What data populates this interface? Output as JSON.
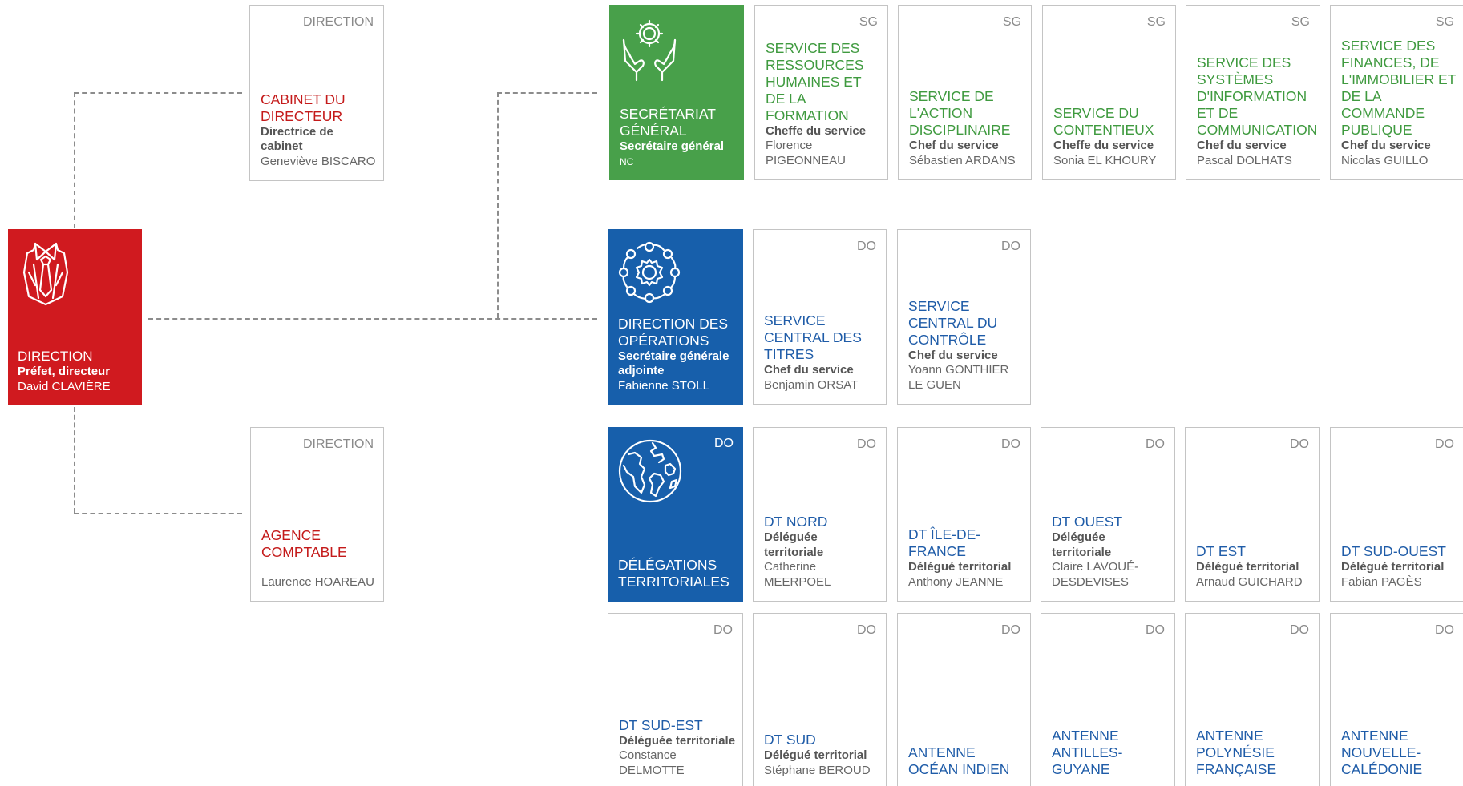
{
  "colors": {
    "direction": "#d01a1f",
    "sg": "#48a04a",
    "do": "#175fab"
  },
  "direction": {
    "icon": "suit-tie-icon",
    "title": "DIRECTION",
    "role": "Préfet, directeur",
    "person": "David CLAVIÈRE"
  },
  "cabinet": {
    "tag": "DIRECTION",
    "title": "CABINET DU DIRECTEUR",
    "role": "Directrice de cabinet",
    "person": "Geneviève BISCARO"
  },
  "agence": {
    "tag": "DIRECTION",
    "title": "AGENCE COMPTABLE",
    "role": "",
    "person": "Laurence HOAREAU"
  },
  "sg_head": {
    "icon": "hands-gear-icon",
    "title": "SECRÉTARIAT GÉNÉRAL",
    "role": "Secrétaire général",
    "person": "NC"
  },
  "sg_services": [
    {
      "tag": "SG",
      "title": "SERVICE DES RESSOURCES HUMAINES ET DE LA FORMATION",
      "role": "Cheffe du service",
      "person": "Florence PIGEONNEAU"
    },
    {
      "tag": "SG",
      "title": "SERVICE DE L'ACTION DISCIPLINAIRE",
      "role": "Chef du service",
      "person": "Sébastien ARDANS"
    },
    {
      "tag": "SG",
      "title": "SERVICE DU CONTENTIEUX",
      "role": "Cheffe du service",
      "person": "Sonia EL KHOURY"
    },
    {
      "tag": "SG",
      "title": "SERVICE DES SYSTÈMES D'INFORMATION ET DE COMMUNICATION",
      "role": "Chef du service",
      "person": "Pascal DOLHATS"
    },
    {
      "tag": "SG",
      "title": "SERVICE DES FINANCES, DE L'IMMOBILIER ET DE LA COMMANDE PUBLIQUE",
      "role": "Chef du service",
      "person": "Nicolas GUILLO"
    }
  ],
  "do_head": {
    "icon": "network-gear-icon",
    "title": "DIRECTION DES OPÉRATIONS",
    "role": "Secrétaire générale adjointe",
    "person": "Fabienne STOLL"
  },
  "do_services": [
    {
      "tag": "DO",
      "title": "SERVICE CENTRAL DES TITRES",
      "role": "Chef du service",
      "person": "Benjamin ORSAT"
    },
    {
      "tag": "DO",
      "title": "SERVICE CENTRAL DU CONTRÔLE",
      "role": "Chef du service",
      "person": "Yoann GONTHIER LE GUEN"
    }
  ],
  "dt_head": {
    "icon": "globe-icon",
    "tag": "DO",
    "title": "DÉLÉGATIONS TERRITORIALES"
  },
  "dt_row1": [
    {
      "tag": "DO",
      "title": "DT NORD",
      "role": "Déléguée territoriale",
      "person": "Catherine MEERPOEL"
    },
    {
      "tag": "DO",
      "title": "DT ÎLE-DE-FRANCE",
      "role": "Délégué territorial",
      "person": "Anthony JEANNE"
    },
    {
      "tag": "DO",
      "title": "DT OUEST",
      "role": "Déléguée territoriale",
      "person": "Claire LAVOUÉ-DESDEVISES"
    },
    {
      "tag": "DO",
      "title": "DT EST",
      "role": "Délégué territorial",
      "person": "Arnaud GUICHARD"
    },
    {
      "tag": "DO",
      "title": "DT SUD-OUEST",
      "role": "Délégué territorial",
      "person": "Fabian PAGÈS"
    }
  ],
  "dt_row2": [
    {
      "tag": "DO",
      "title": "DT SUD-EST",
      "role": "Déléguée territoriale",
      "person": "Constance DELMOTTE"
    },
    {
      "tag": "DO",
      "title": "DT SUD",
      "role": "Délégué territorial",
      "person": "Stéphane BEROUD"
    },
    {
      "tag": "DO",
      "title": "ANTENNE OCÉAN INDIEN",
      "role": "",
      "person": ""
    },
    {
      "tag": "DO",
      "title": "ANTENNE ANTILLES-GUYANE",
      "role": "",
      "person": ""
    },
    {
      "tag": "DO",
      "title": "ANTENNE POLYNÉSIE FRANÇAISE",
      "role": "",
      "person": ""
    },
    {
      "tag": "DO",
      "title": "ANTENNE NOUVELLE-CALÉDONIE",
      "role": "",
      "person": ""
    }
  ]
}
